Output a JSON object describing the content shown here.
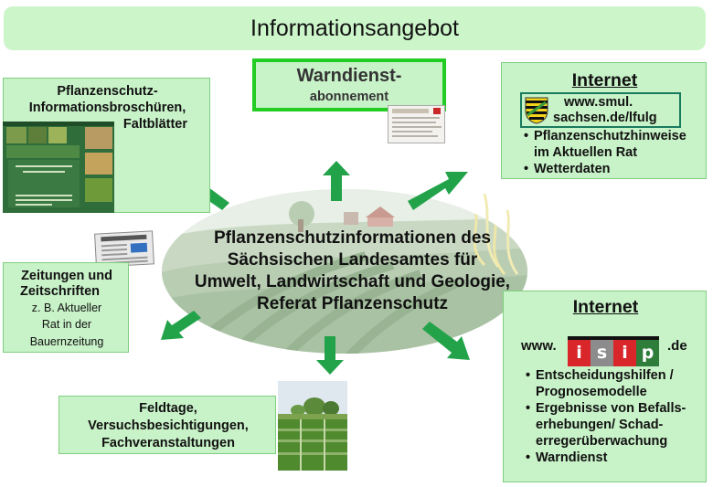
{
  "title": "Informationsangebot",
  "center": {
    "lines": [
      "Pflanzenschutzinformationen des",
      "Sächsischen Landesamtes für",
      "Umwelt, Landwirtschaft und Geologie,",
      "Referat  Pflanzenschutz"
    ]
  },
  "brochures": {
    "line1": "Pflanzenschutz-",
    "line2": "Informationsbroschüren,",
    "line3": "Faltblätter"
  },
  "warndienst": {
    "title": "Warndienst-",
    "subtitle": "abonnement"
  },
  "internet_smul": {
    "title": "Internet",
    "url_line1": "www.smul.",
    "url_line2": "sachsen.de/lfulg",
    "items": [
      [
        "Pflanzenschutzhinweise",
        "im Aktuellen Rat"
      ],
      [
        "Wetterdaten"
      ]
    ]
  },
  "newspapers": {
    "title1": "Zeitungen und",
    "title2": "Zeitschriften",
    "sub": [
      "z. B. Aktueller",
      "Rat in der",
      "Bauernzeitung"
    ]
  },
  "fielddays": {
    "lines": [
      "Feldtage,",
      "Versuchsbesichtigungen,",
      "Fachveranstaltungen"
    ]
  },
  "internet_isip": {
    "title": "Internet",
    "www": "www.",
    "logo_letters": [
      "i",
      "s",
      "i",
      "p"
    ],
    "logo_colors": [
      "#d9262b",
      "#8c8c8c",
      "#d9262b",
      "#2e7d3a"
    ],
    "tld": ".de",
    "items": [
      [
        "Entscheidungshilfen /",
        "Prognosemodelle"
      ],
      [
        "Ergebnisse von Befalls-",
        "erhebungen/ Schad-",
        "erregerüberwachung"
      ],
      [
        "Warndienst"
      ]
    ]
  },
  "colors": {
    "banner": "#ccf5c9",
    "box": "#c8f2c8",
    "arrow": "#22a34a",
    "highlight_border": "#22cc22"
  }
}
